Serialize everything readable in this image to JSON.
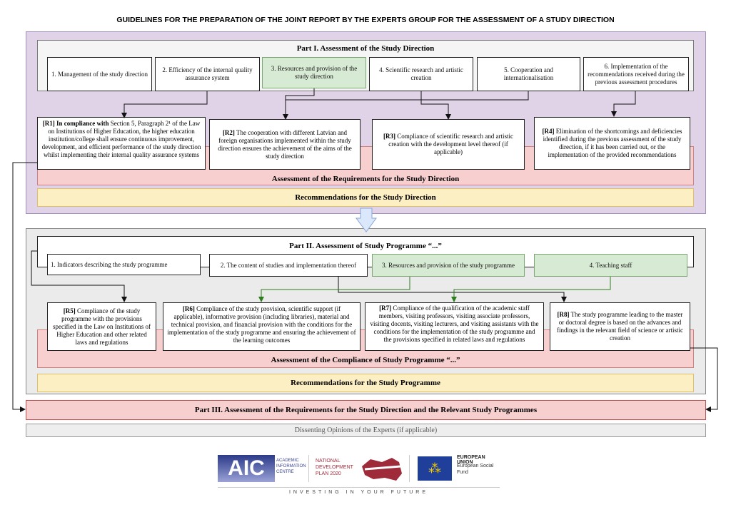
{
  "title": "GUIDELINES FOR THE PREPARATION OF THE JOINT REPORT BY THE EXPERTS GROUP FOR THE ASSESSMENT OF A STUDY DIRECTION",
  "part1": {
    "title": "Part I. Assessment of the Study Direction",
    "areas": [
      "1. Management of the study direction",
      "2. Efficiency of the internal quality assurance system",
      "3. Resources and provision of the study direction",
      "4. Scientific research and artistic creation",
      "5. Cooperation and internationalisation",
      "6. Implementation of the recommendations received during the previous assessment procedures"
    ],
    "requirements": [
      {
        "code": "[R1]",
        "lead": "In compliance with",
        "text": "Section 5, Paragraph 2¹ of the Law on Institutions of Higher Education, the higher education institution/college shall ensure continuous improvement, development, and efficient performance of the study direction whilst implementing their internal quality assurance systems"
      },
      {
        "code": "[R2]",
        "text": "The cooperation with different Latvian and foreign organisations  implemented within the study direction ensures the achievement of the aims of the study direction"
      },
      {
        "code": "[R3]",
        "text": "Compliance of scientific research and artistic creation with the development level thereof (if applicable)"
      },
      {
        "code": "[R4]",
        "text": "Elimination of the shortcomings and deficiencies identified during the previous assessment of the study direction, if it has been carried out, or the implementation of the provided recommendations"
      }
    ],
    "assessment": "Assessment of the Requirements for the Study Direction",
    "recommendations": "Recommendations for the Study Direction"
  },
  "part2": {
    "title": "Part II. Assessment of Study Programme “...”",
    "areas": [
      "1. Indicators describing the study programme",
      "2. The content of studies and implementation thereof",
      "3. Resources and provision of the study programme",
      "4. Teaching staff"
    ],
    "requirements": [
      {
        "code": "[R5]",
        "text": "Compliance of the study programme with the provisions specified in the Law on Institutions of Higher Education and other related laws and regulations"
      },
      {
        "code": "[R6]",
        "text": "Compliance of the study provision, scientific support (if applicable), informative provision (including libraries), material and technical provision, and financial provision with the conditions for the implementation of the study programme and ensuring the achievement of the learning outcomes"
      },
      {
        "code": "[R7]",
        "text": "Compliance of the qualification of the academic staff members, visiting professors, visiting associate professors, visiting docents, visiting lecturers, and visiting assistants with the conditions for the implementation of the study programme and the provisions specified in related laws and regulations"
      },
      {
        "code": "[R8]",
        "text": "The study programme leading to the master or doctoral degree is based on the advances and findings in the relevant  field of science or artistic creation"
      }
    ],
    "assessment": "Assessment of the Compliance of Study Programme “...”",
    "recommendations": "Recommendations for the Study Programme"
  },
  "part3": {
    "title": "Part III. Assessment of the Requirements for the Study Direction and the Relevant Study Programmes"
  },
  "dissenting": "Dissenting Opinions of the Experts (if applicable)",
  "footer": {
    "aic": {
      "letters": "AIC",
      "name": [
        "Academic",
        "Information",
        "Centre"
      ]
    },
    "ndp": [
      "NATIONAL",
      "DEVELOPMENT",
      "PLAN 2020"
    ],
    "eu": {
      "title": "EUROPEAN UNION",
      "fund": [
        "European Social",
        "Fund"
      ]
    },
    "tagline": "INVESTING IN YOUR FUTURE"
  },
  "colors": {
    "part1_bg": "#e0d3e7",
    "part2_bg": "#ebebeb",
    "assessment_band": "#f8cfcf",
    "recommendations": "#fcefc3",
    "highlighted_area": "#d7ead3",
    "connector_green": "#2e7d1e"
  }
}
